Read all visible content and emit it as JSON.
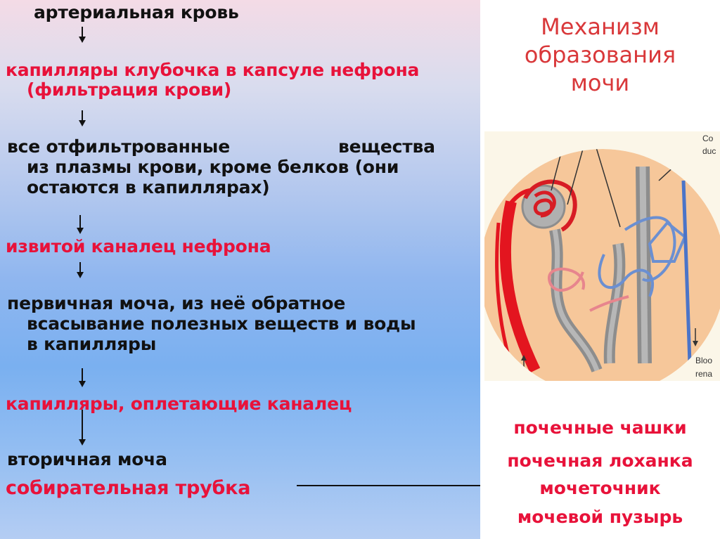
{
  "flow": {
    "step1": "артериальная кровь",
    "step2_line1": "капилляры клубочка в капсуле нефрона",
    "step2_line2": "(фильтрация крови)",
    "step3_line1a": "все отфильтрованные",
    "step3_line1b": "вещества",
    "step3_line2": "из плазмы крови,   кроме белков (они",
    "step3_line3": "остаются в капиллярах)",
    "step4": "извитой каналец нефрона",
    "step5_line1": "первичная моча, из неё обратное",
    "step5_line2": "всасывание полезных веществ и воды",
    "step5_line3": "в капилляры",
    "step6": "капилляры, оплетающие каналец",
    "step7": "вторичная моча",
    "step8": "собирательная трубка"
  },
  "title": {
    "line1": "Механизм",
    "line2": "образования",
    "line3": "мочи"
  },
  "illustration": {
    "label_top_1": "Co",
    "label_top_2": "duc",
    "label_bottom_1": "Bloo",
    "label_bottom_2": "rena"
  },
  "urinary_path": [
    "почечные чашки",
    "почечная лоханка",
    "мочеточник",
    "мочевой пузырь"
  ],
  "colors": {
    "red_text": "#e8123a",
    "title_red": "#d9383a",
    "black_text": "#111111"
  }
}
